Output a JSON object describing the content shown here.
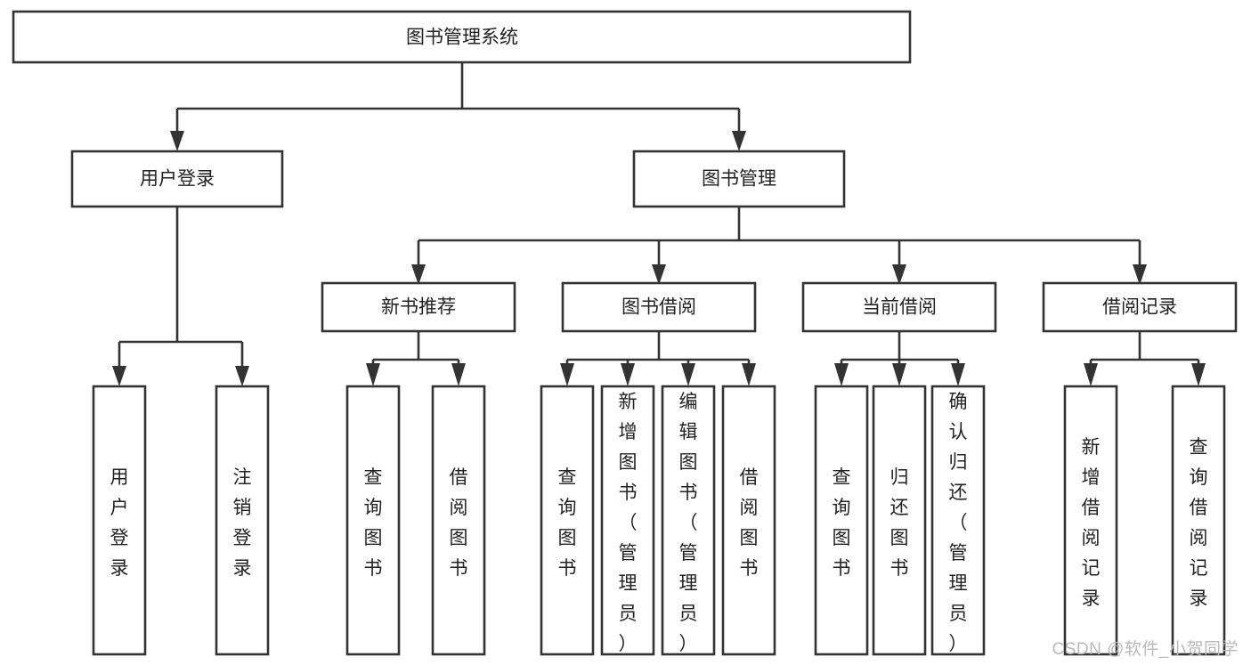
{
  "diagram": {
    "title": "图书管理系统",
    "watermark": "CSDN @软件_小贺同学",
    "root": {
      "label": "图书管理系统"
    },
    "level1": [
      {
        "label": "用户登录"
      },
      {
        "label": "图书管理"
      }
    ],
    "level2": [
      {
        "label": "新书推荐"
      },
      {
        "label": "图书借阅"
      },
      {
        "label": "当前借阅"
      },
      {
        "label": "借阅记录"
      }
    ],
    "leaves": {
      "user_login": [
        {
          "label": "用户登录"
        },
        {
          "label": "注销登录"
        }
      ],
      "new_book": [
        {
          "label": "查询图书"
        },
        {
          "label": "借阅图书"
        }
      ],
      "book_borrow": [
        {
          "label": "查询图书"
        },
        {
          "label": "新增图书（管理员）"
        },
        {
          "label": "编辑图书（管理员）"
        },
        {
          "label": "借阅图书"
        }
      ],
      "current_borrow": [
        {
          "label": "查询图书"
        },
        {
          "label": "归还图书"
        },
        {
          "label": "确认归还（管理员）"
        }
      ],
      "borrow_record": [
        {
          "label": "新增借阅记录"
        },
        {
          "label": "查询借阅记录"
        }
      ]
    },
    "colors": {
      "stroke": "#333333",
      "fill": "#ffffff",
      "text": "#222222",
      "watermark": "#b9b9b9"
    }
  }
}
